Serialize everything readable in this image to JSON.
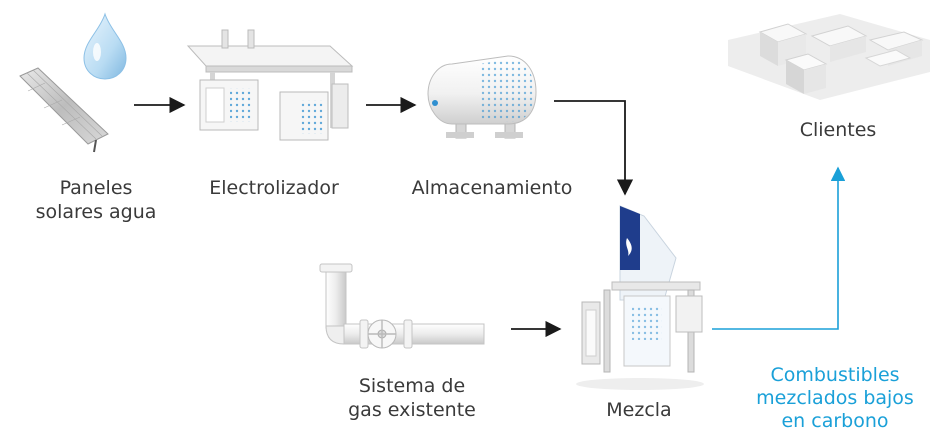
{
  "diagram": {
    "nodes": [
      {
        "id": "solar",
        "lines": [
          "Paneles",
          "solares agua"
        ],
        "icon": "solar-panel-and-water-drop-icon"
      },
      {
        "id": "electrolyzer",
        "lines": [
          "Electrolizador"
        ],
        "icon": "electrolyzer-icon"
      },
      {
        "id": "storage",
        "lines": [
          "Almacenamiento"
        ],
        "icon": "hydrogen-storage-tank-icon"
      },
      {
        "id": "clients",
        "lines": [
          "Clientes"
        ],
        "icon": "city-buildings-icon"
      },
      {
        "id": "gas",
        "lines": [
          "Sistema de",
          "gas existente"
        ],
        "icon": "gas-pipe-valve-icon"
      },
      {
        "id": "mix",
        "lines": [
          "Mezcla"
        ],
        "icon": "blending-station-icon"
      }
    ],
    "output": {
      "lines": [
        "Combustibles",
        "mezclados bajos",
        "en carbono"
      ]
    },
    "edges": [
      {
        "from": "solar",
        "to": "electrolyzer"
      },
      {
        "from": "electrolyzer",
        "to": "storage"
      },
      {
        "from": "storage",
        "to": "mix"
      },
      {
        "from": "gas",
        "to": "mix"
      },
      {
        "from": "mix",
        "to": "clients"
      }
    ],
    "colors": {
      "text": "#3a3a3a",
      "arrow": "#1a1a1a",
      "accent_blue": "#1aa0d8",
      "dot_blue": "#2f8fd0",
      "navy": "#1f3d8c"
    }
  }
}
